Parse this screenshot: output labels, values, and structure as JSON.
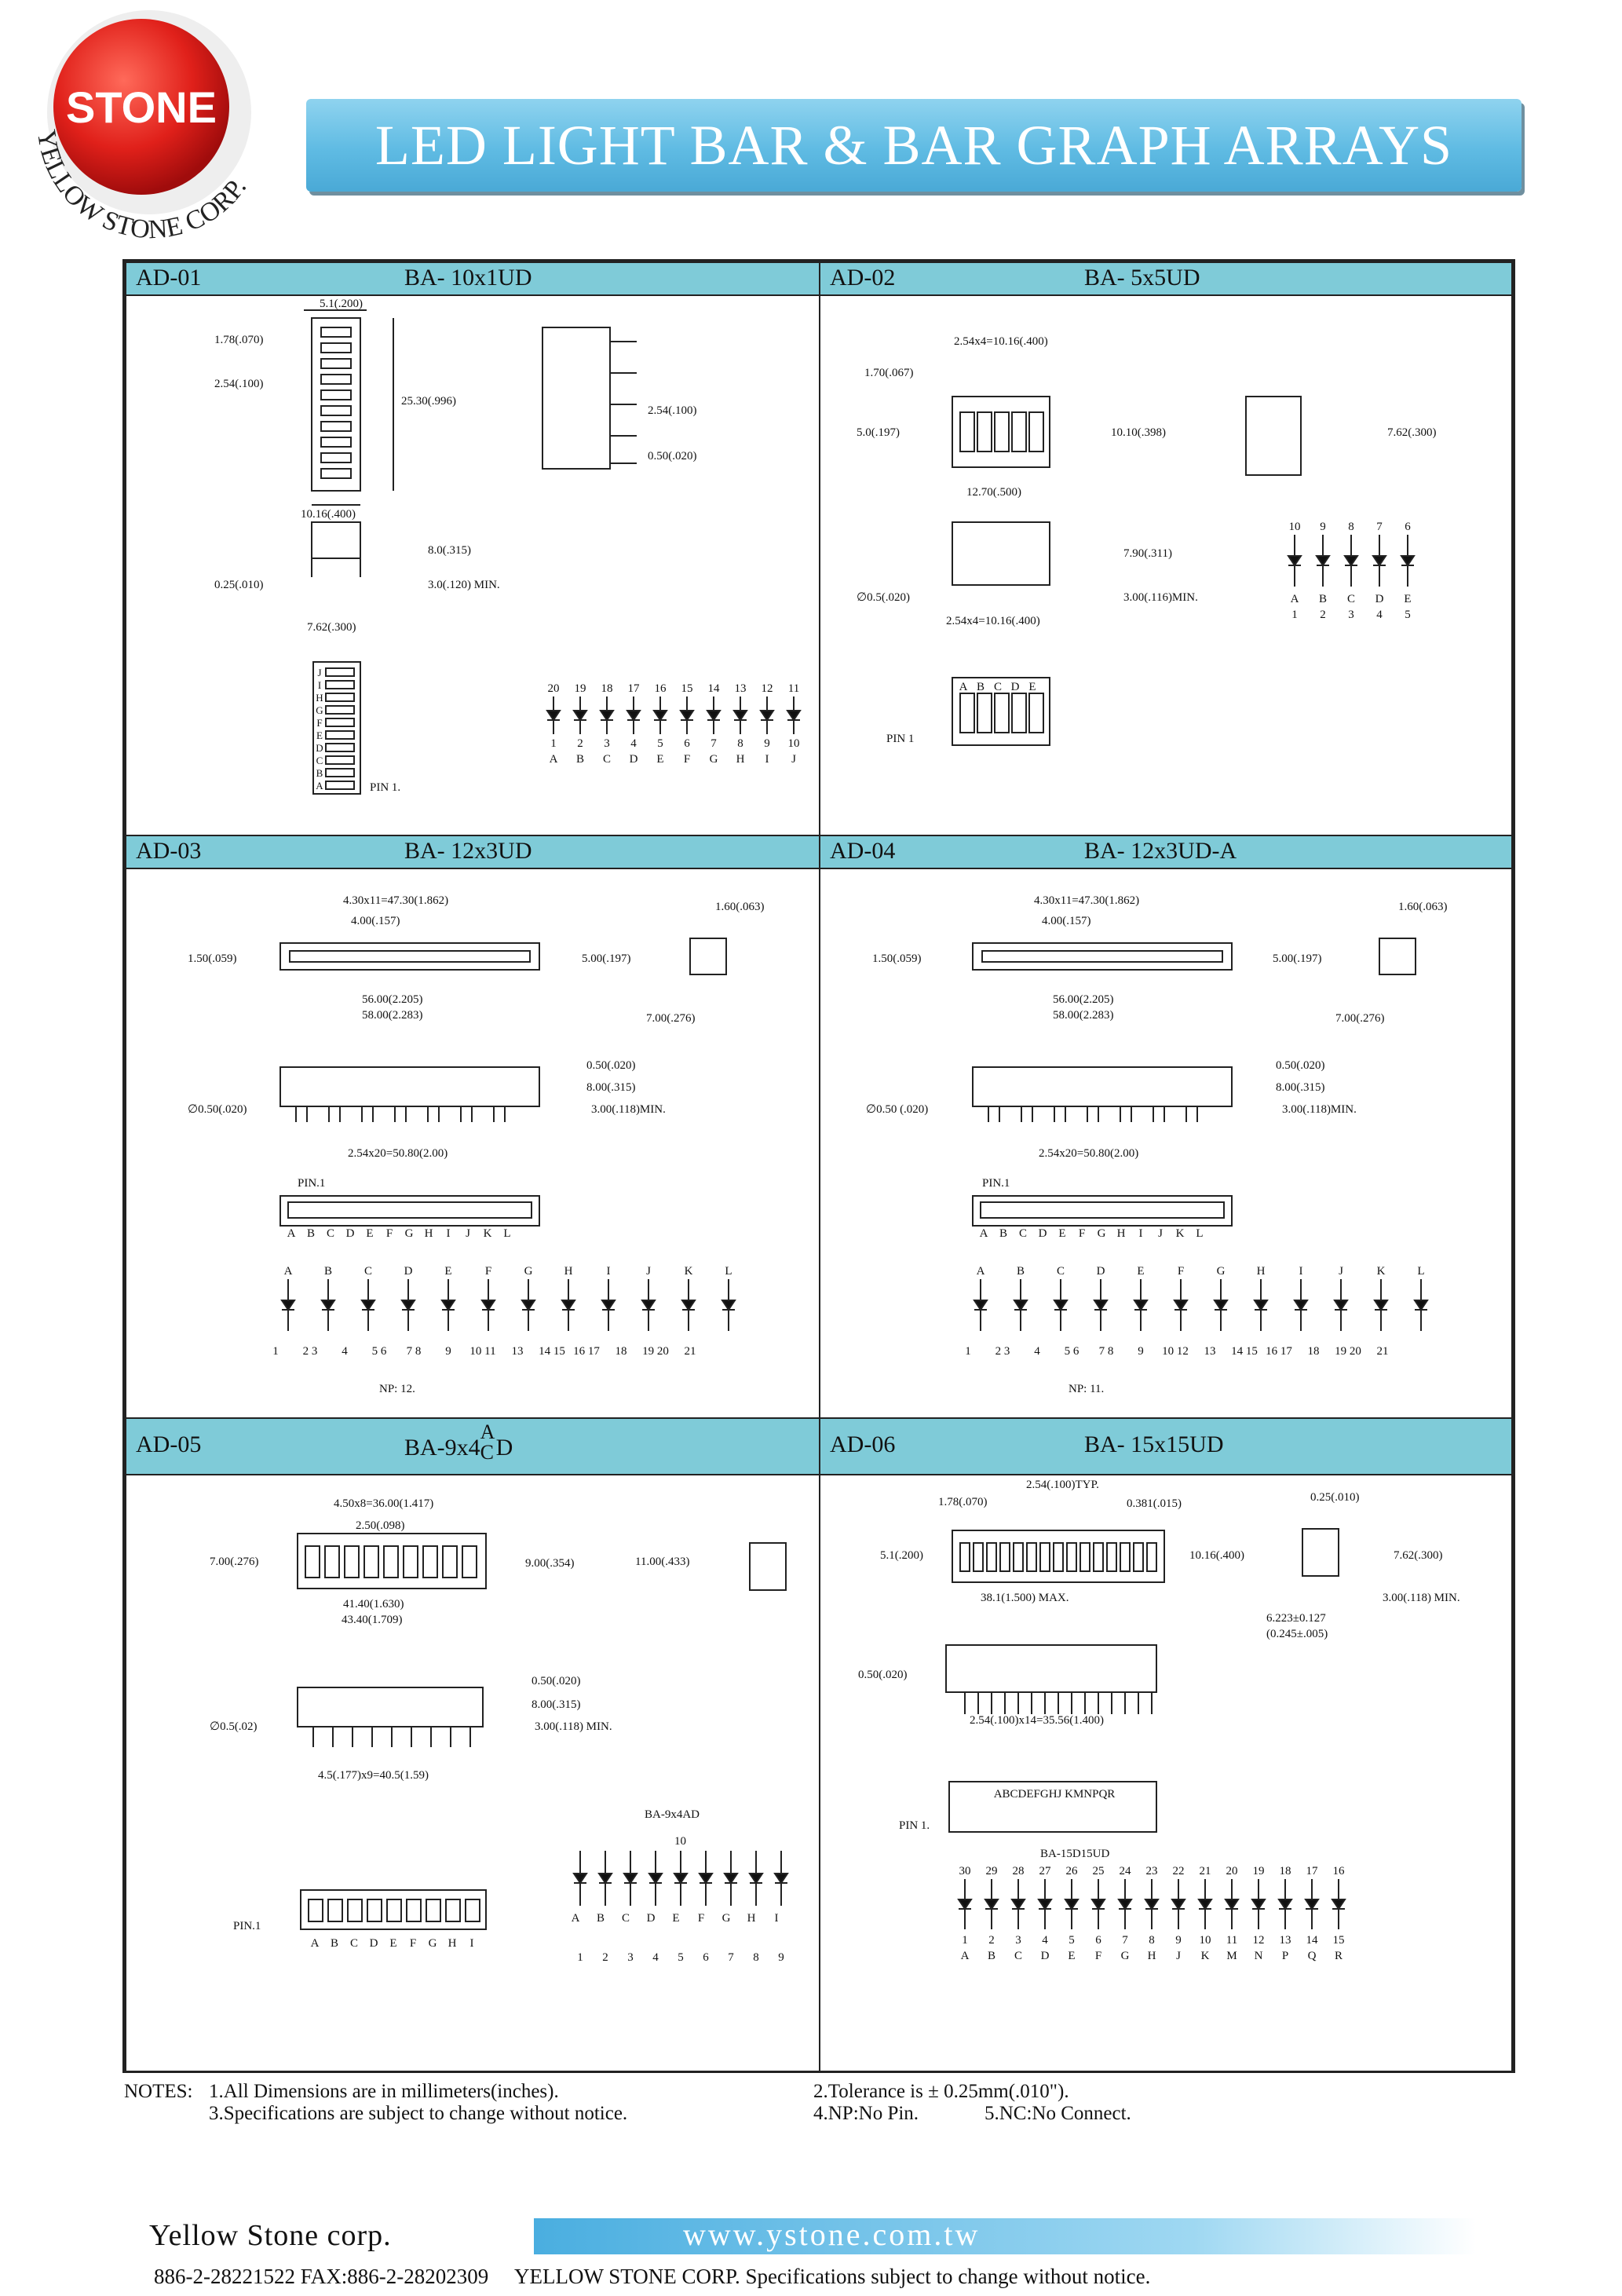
{
  "logo": {
    "center_text": "STONE",
    "ring_text": "YELLOW STONE CORP."
  },
  "header": {
    "title": "LED LIGHT BAR & BAR GRAPH ARRAYS"
  },
  "cells": [
    {
      "code": "AD-01",
      "model": "BA- 10x1UD",
      "dims": [
        "5.1(.200)",
        "1.78(.070)",
        "2.54(.100)",
        "25.30(.996)",
        "10.16(.400)",
        "2.54(.100)",
        "0.50(.020)",
        "8.0(.315)",
        "0.25(.010)",
        "3.0(.120) MIN.",
        "7.62(.300)",
        "PIN 1."
      ],
      "segments": [
        "J",
        "I",
        "H",
        "G",
        "F",
        "E",
        "D",
        "C",
        "B",
        "A"
      ],
      "top_pins": [
        "20",
        "19",
        "18",
        "17",
        "16",
        "15",
        "14",
        "13",
        "12",
        "11"
      ],
      "bottom_pins": [
        "1",
        "2",
        "3",
        "4",
        "5",
        "6",
        "7",
        "8",
        "9",
        "10"
      ],
      "letters": [
        "A",
        "B",
        "C",
        "D",
        "E",
        "F",
        "G",
        "H",
        "I",
        "J"
      ]
    },
    {
      "code": "AD-02",
      "model": "BA- 5x5UD",
      "dims": [
        "2.54x4=10.16(.400)",
        "1.70(.067)",
        "5.0(.197)",
        "10.10(.398)",
        "7.62(.300)",
        "12.70(.500)",
        "7.90(.311)",
        "∅0.5(.020)",
        "3.00(.116)MIN.",
        "2.54x4=10.16(.400)",
        "PIN 1"
      ],
      "top_pins": [
        "10",
        "9",
        "8",
        "7",
        "6"
      ],
      "letters": [
        "A",
        "B",
        "C",
        "D",
        "E"
      ],
      "bottom_pins": [
        "1",
        "2",
        "3",
        "4",
        "5"
      ]
    },
    {
      "code": "AD-03",
      "model": "BA- 12x3UD",
      "dims": [
        "4.30x11=47.30(1.862)",
        "1.60(.063)",
        "4.00(.157)",
        "1.50(.059)",
        "5.00(.197)",
        "56.00(2.205)",
        "58.00(2.283)",
        "7.00(.276)",
        "0.50(.020)",
        "8.00(.315)",
        "∅0.50(.020)",
        "3.00(.118)MIN.",
        "2.54x20=50.80(2.00)",
        "PIN.1"
      ],
      "letters": [
        "A",
        "B",
        "C",
        "D",
        "E",
        "F",
        "G",
        "H",
        "I",
        "J",
        "K",
        "L"
      ],
      "pin_row": [
        "1",
        "2 3",
        "4",
        "5 6",
        "7 8",
        "9",
        "10 11",
        "13",
        "14 15",
        "16 17",
        "18",
        "19 20",
        "21"
      ],
      "np": "NP: 12."
    },
    {
      "code": "AD-04",
      "model": "BA- 12x3UD-A",
      "dims": [
        "4.30x11=47.30(1.862)",
        "1.60(.063)",
        "4.00(.157)",
        "1.50(.059)",
        "5.00(.197)",
        "56.00(2.205)",
        "58.00(2.283)",
        "7.00(.276)",
        "0.50(.020)",
        "8.00(.315)",
        "∅0.50 (.020)",
        "3.00(.118)MIN.",
        "2.54x20=50.80(2.00)",
        "PIN.1"
      ],
      "letters": [
        "A",
        "B",
        "C",
        "D",
        "E",
        "F",
        "G",
        "H",
        "I",
        "J",
        "K",
        "L"
      ],
      "pin_row": [
        "1",
        "2 3",
        "4",
        "5 6",
        "7 8",
        "9",
        "10 12",
        "13",
        "14 15",
        "16 17",
        "18",
        "19 20",
        "21"
      ],
      "np": "NP: 11."
    },
    {
      "code": "AD-05",
      "model_prefix": "BA-9x4",
      "model_upper": "A",
      "model_lower": "C",
      "model_suffix": "D",
      "dims": [
        "4.50x8=36.00(1.417)",
        "2.50(.098)",
        "7.00(.276)",
        "9.00(.354)",
        "11.00(.433)",
        "41.40(1.630)",
        "43.40(1.709)",
        "0.50(.020)",
        "8.00(.315)",
        "∅0.5(.02)",
        "3.00(.118) MIN.",
        "4.5(.177)x9=40.5(1.59)",
        "PIN.1",
        "BA-9x4AD",
        "10"
      ],
      "letters": [
        "A",
        "B",
        "C",
        "D",
        "E",
        "F",
        "G",
        "H",
        "I"
      ],
      "bottom_pins": [
        "1",
        "2",
        "3",
        "4",
        "5",
        "6",
        "7",
        "8",
        "9"
      ]
    },
    {
      "code": "AD-06",
      "model": "BA- 15x15UD",
      "dims": [
        "2.54(.100)TYP.",
        "1.78(.070)",
        "0.381(.015)",
        "0.25(.010)",
        "5.1(.200)",
        "10.16(.400)",
        "7.62(.300)",
        "38.1(1.500) MAX.",
        "3.00(.118) MIN.",
        "6.223±0.127",
        "(0.245±.005)",
        "0.50(.020)",
        "2.54(.100)x14=35.56(1.400)",
        "PIN 1.",
        "BA-15D15UD"
      ],
      "letters": [
        "A",
        "B",
        "C",
        "D",
        "E",
        "F",
        "G",
        "H",
        "J",
        "K",
        "M",
        "N",
        "P",
        "Q",
        "R"
      ],
      "top_pins": [
        "30",
        "29",
        "28",
        "27",
        "26",
        "25",
        "24",
        "23",
        "22",
        "21",
        "20",
        "19",
        "18",
        "17",
        "16"
      ],
      "bottom_pins": [
        "1",
        "2",
        "3",
        "4",
        "5",
        "6",
        "7",
        "8",
        "9",
        "10",
        "11",
        "12",
        "13",
        "14",
        "15"
      ],
      "seg_strip": "ABCDEFGHJ KMNPQR"
    }
  ],
  "notes": {
    "label": "NOTES:",
    "n1": "1.All Dimensions are in millimeters(inches).",
    "n2": "2.Tolerance is ± 0.25mm(.010\").",
    "n3": "3.Specifications are subject to change without notice.",
    "n4": "4.NP:No Pin.",
    "n5": "5.NC:No Connect."
  },
  "footer": {
    "brand": "Yellow Stone corp.",
    "url": "www.ystone.com.tw",
    "contact": "886-2-28221522 FAX:886-2-28202309",
    "tagline": "YELLOW  STONE CORP. Specifications subject to change without notice."
  }
}
